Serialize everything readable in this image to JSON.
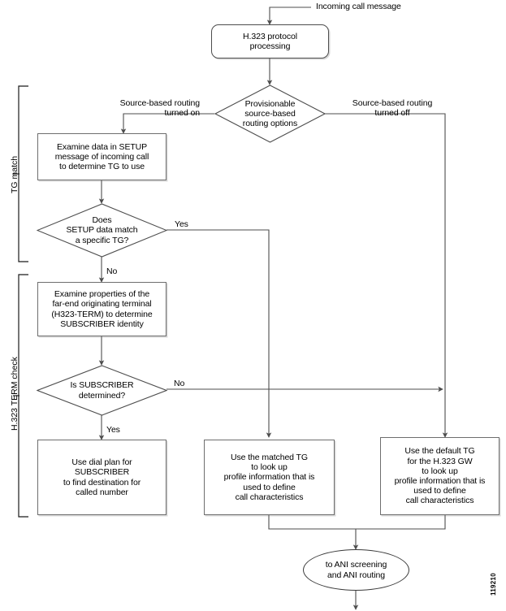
{
  "figure": {
    "id": "119210",
    "type": "flowchart",
    "title": "H.323 incoming call routing"
  },
  "entry": {
    "label": "Incoming call message"
  },
  "nodes": {
    "h323_protocol": {
      "text": "H.323 protocol\nprocessing",
      "shape": "rounded-rectangle"
    },
    "provisionable_decision": {
      "text": "Provisionable\nsource-based\nrouting options",
      "shape": "diamond"
    },
    "examine_setup": {
      "text": "Examine data in SETUP\nmessage of incoming call\nto determine TG to use",
      "shape": "rectangle"
    },
    "setup_match_decision": {
      "text": "Does\nSETUP data match\na specific TG?",
      "shape": "diamond"
    },
    "examine_properties": {
      "text": "Examine properties of the\nfar-end originating terminal\n(H323-TERM) to determine\nSUBSCRIBER identity",
      "shape": "rectangle"
    },
    "subscriber_decision": {
      "text": "Is SUBSCRIBER\ndetermined?",
      "shape": "diamond"
    },
    "use_dial_plan": {
      "text": "Use dial plan for\nSUBSCRIBER\nto find destination for\ncalled number",
      "shape": "rectangle"
    },
    "use_matched_tg": {
      "text": "Use the matched TG\nto look up\nprofile information that is\nused to define\ncall characteristics",
      "shape": "rectangle"
    },
    "use_default_tg": {
      "text": "Use the default TG\nfor the H.323 GW\nto look up\nprofile information that is\nused to define\ncall characteristics",
      "shape": "rectangle"
    },
    "ani_terminal": {
      "text": "to ANI screening\nand ANI routing",
      "shape": "oval"
    }
  },
  "edge_labels": {
    "source_based_on": "Source-based routing\nturned on",
    "source_based_off": "Source-based routing\nturned off",
    "setup_match_yes": "Yes",
    "setup_match_no": "No",
    "subscriber_no": "No",
    "subscriber_yes": "Yes"
  },
  "brackets": {
    "tg_match": "TG match",
    "h323_term_check": "H.323 TERM check"
  },
  "colors": {
    "background": "#ffffff",
    "stroke": "#4d4d4d",
    "box_border": "#6e6e6e",
    "text": "#000000"
  }
}
